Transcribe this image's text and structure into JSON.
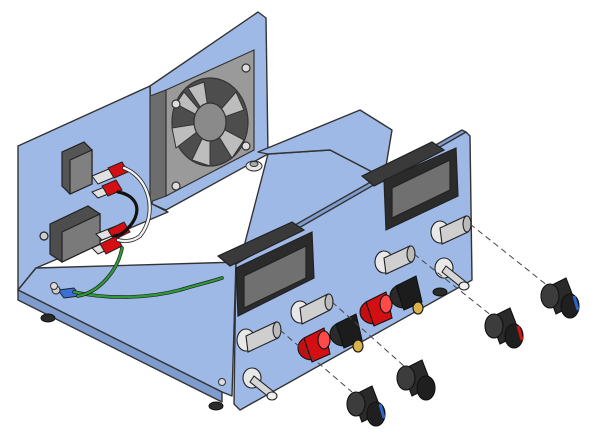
{
  "scene": {
    "subject": "power-supply-enclosure-exploded-assembly",
    "colors": {
      "panel": "#9fb9e6",
      "panel_shade": "#7f9ccf",
      "outline": "#333333",
      "fan_frame": "#8f8f8f",
      "fan_dark": "#5b5b5b",
      "display": "#6f6f6f",
      "display_bezel": "#2b2b2b",
      "red_post": "#d40f14",
      "black_post": "#1c1c1c",
      "wire_green": "#2f9a3a",
      "wire_black": "#111111",
      "wire_white": "#f2f2f2",
      "knob": "#262626",
      "knob_red_band": "#d21414",
      "knob_blue_band": "#2b66c8",
      "metal": "#d9d9d9"
    },
    "parts": [
      {
        "name": "cooling-fan"
      },
      {
        "name": "ac-inlet-socket"
      },
      {
        "name": "ac-switch"
      },
      {
        "name": "voltmeter-display",
        "count": 2
      },
      {
        "name": "potentiometer",
        "count": 4
      },
      {
        "name": "binding-post-red",
        "count": 2
      },
      {
        "name": "binding-post-black",
        "count": 2
      },
      {
        "name": "toggle-switch",
        "count": 2
      },
      {
        "name": "control-knob",
        "count": 4
      }
    ]
  }
}
